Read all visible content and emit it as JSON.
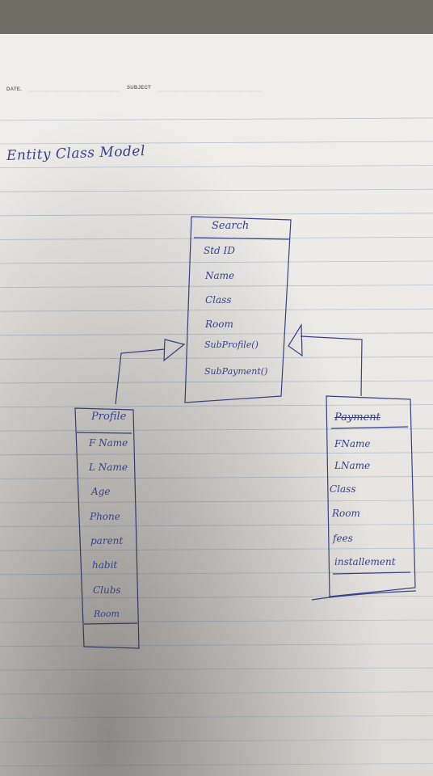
{
  "header": {
    "date_label": "DATE.",
    "subject_label": "SUBJECT"
  },
  "diagram": {
    "title": "Entity Class Model",
    "classes": {
      "search": {
        "name": "Search",
        "attributes": [
          "Std ID",
          "Name",
          "Class",
          "Room",
          "SubProfile()",
          "SubPayment()"
        ]
      },
      "profile": {
        "name": "Profile",
        "attributes": [
          "F Name",
          "L Name",
          "Age",
          "Phone",
          "parent",
          "habit",
          "Clubs",
          "Room"
        ]
      },
      "payment": {
        "name": "Payment",
        "attributes": [
          "FName",
          "LName",
          "Class",
          "Room",
          "fees",
          "installement"
        ]
      }
    },
    "relationships": [
      {
        "from": "Profile",
        "to": "Search",
        "type": "inheritance"
      },
      {
        "from": "Payment",
        "to": "Search",
        "type": "inheritance"
      }
    ]
  },
  "colors": {
    "ink": "#39418a",
    "rule_line": "#b9c3cf",
    "paper": "#efedea",
    "background": "#6f6c64"
  }
}
